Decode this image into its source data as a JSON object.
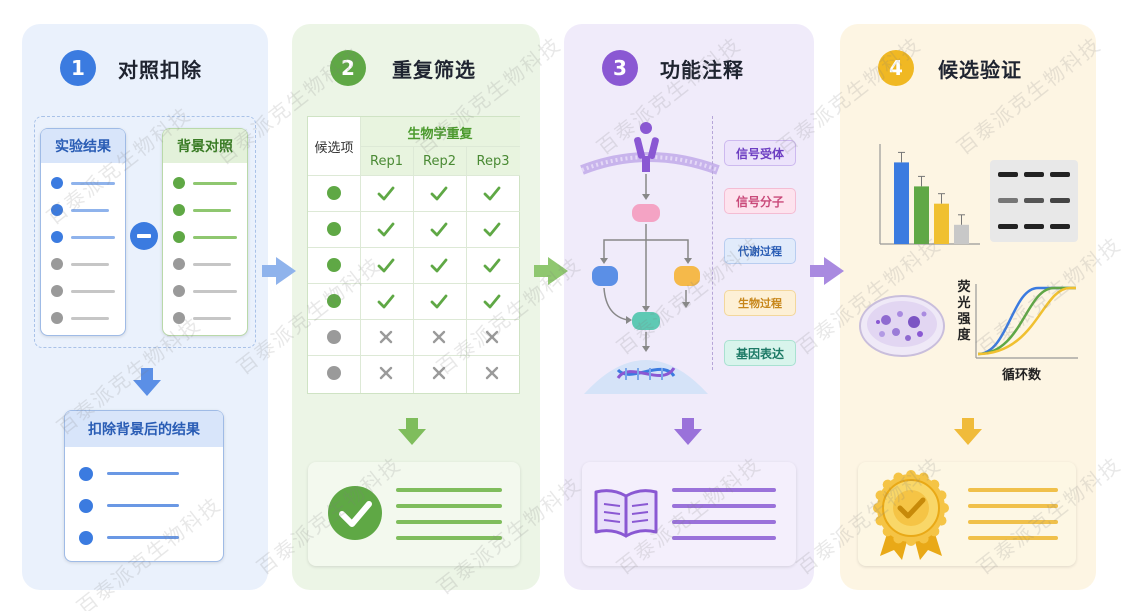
{
  "steps": [
    {
      "number": "1",
      "title": "对照扣除",
      "color": "#3b7be0"
    },
    {
      "number": "2",
      "title": "重复筛选",
      "color": "#5fa845"
    },
    {
      "number": "3",
      "title": "功能注释",
      "color": "#8a58d3"
    },
    {
      "number": "4",
      "title": "候选验证",
      "color": "#f0b823"
    }
  ],
  "step1": {
    "exp_label": "实验结果",
    "bg_label": "背景对照",
    "result_label": "扣除背景后的结果",
    "operator": "minus-icon"
  },
  "step2": {
    "col_candidate": "候选项",
    "group_header": "生物学重复",
    "reps": [
      "Rep1",
      "Rep2",
      "Rep3"
    ],
    "rows": [
      {
        "status": "pass",
        "marks": [
          "check",
          "check",
          "check"
        ]
      },
      {
        "status": "pass",
        "marks": [
          "check",
          "check",
          "check"
        ]
      },
      {
        "status": "pass",
        "marks": [
          "check",
          "check",
          "check"
        ]
      },
      {
        "status": "pass",
        "marks": [
          "check",
          "check",
          "check"
        ]
      },
      {
        "status": "fail",
        "marks": [
          "x",
          "x",
          "x"
        ]
      },
      {
        "status": "fail",
        "marks": [
          "x",
          "x",
          "x"
        ]
      }
    ]
  },
  "step3": {
    "tags": [
      "信号受体",
      "信号分子",
      "代谢过程",
      "生物过程",
      "基因表达"
    ]
  },
  "step4": {
    "axis_y_label": "荧光强度",
    "axis_x_label": "循环数",
    "bar_values": [
      0.85,
      0.6,
      0.42,
      0.2
    ],
    "bar_colors": [
      "#3b7be0",
      "#5fa845",
      "#f0c030",
      "#c8c8c8"
    ]
  },
  "colors": {
    "blue": "#3b7be0",
    "green": "#5fa845",
    "purple": "#8a58d3",
    "yellow": "#f0b823",
    "gray": "#9a9a9a"
  },
  "watermark": "百泰派克生物科技"
}
